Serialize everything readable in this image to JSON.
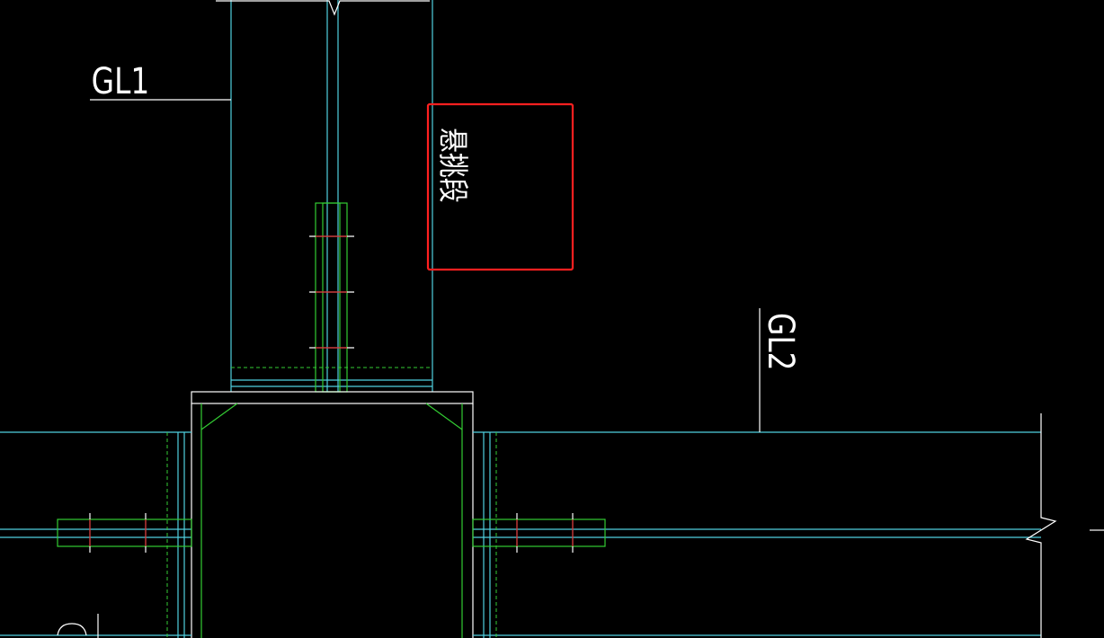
{
  "labels": {
    "gl1": "GL1",
    "gl2": "GL2",
    "cantilever": "悬挑段"
  },
  "colors": {
    "background": "#000000",
    "cyan": "#4fd0e0",
    "green": "#33cc33",
    "red": "#cc2222",
    "white": "#ffffff",
    "highlight": "#ff2020"
  }
}
